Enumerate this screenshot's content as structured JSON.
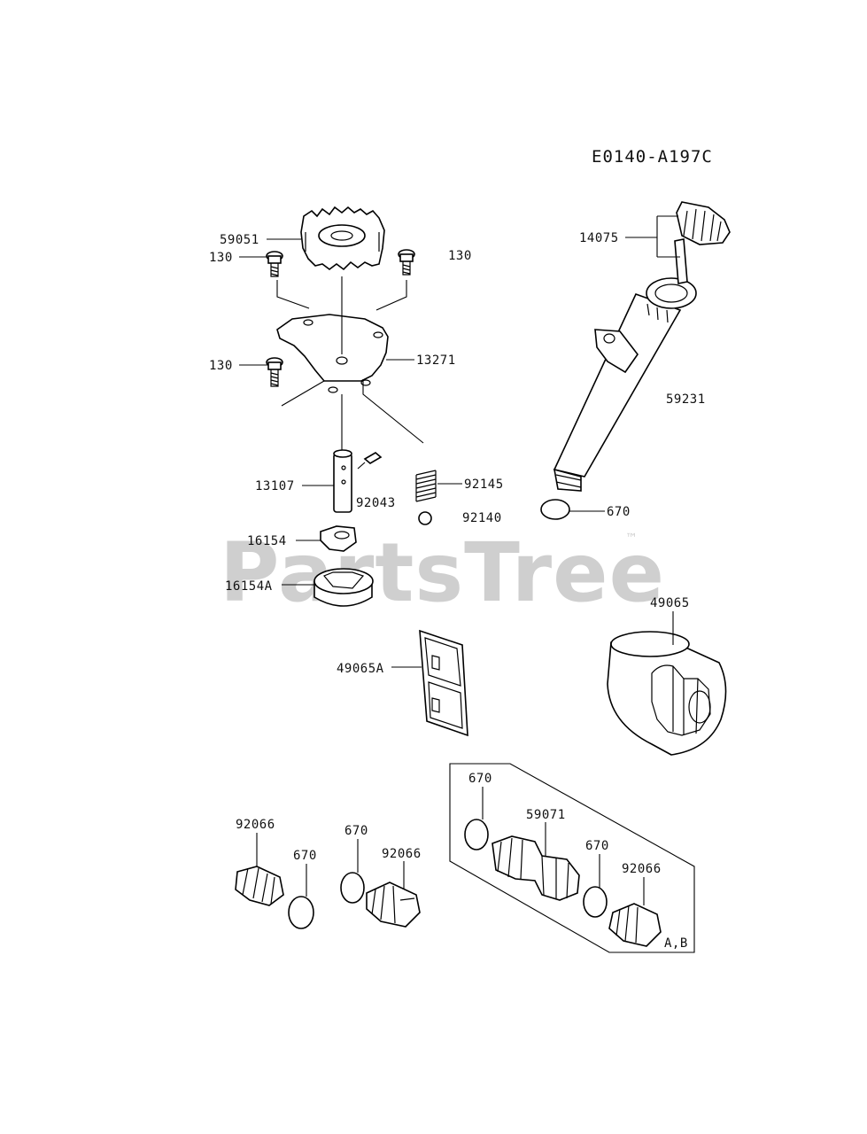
{
  "diagram_ref": "E0140-A197C",
  "watermark": {
    "text": "PartsTree",
    "trademark": "™"
  },
  "labels": {
    "p59051": "59051",
    "p130_a": "130",
    "p130_b": "130",
    "p130_c": "130",
    "p13271": "13271",
    "p13107": "13107",
    "p92043": "92043",
    "p92145": "92145",
    "p92140": "92140",
    "p16154": "16154",
    "p16154A": "16154A",
    "p49065A": "49065A",
    "p14075": "14075",
    "p59231": "59231",
    "p670_a": "670",
    "p49065": "49065",
    "p92066_a": "92066",
    "p670_b": "670",
    "p670_c": "670",
    "p92066_b": "92066",
    "p670_d": "670",
    "p59071": "59071",
    "p670_e": "670",
    "p92066_c": "92066",
    "kit_note": "A,B"
  }
}
